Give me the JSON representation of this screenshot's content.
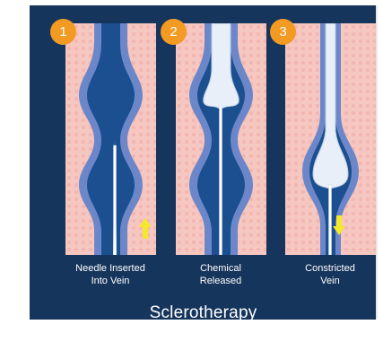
{
  "title": "Sclerotherapy",
  "steps": [
    {
      "number": "1",
      "line1": "Needle Inserted",
      "line2": "Into Vein"
    },
    {
      "number": "2",
      "line1": "Chemical",
      "line2": "Released"
    },
    {
      "number": "3",
      "line1": "Constricted",
      "line2": "Vein"
    }
  ],
  "colors": {
    "background": "#16355c",
    "tissue": "#f6c6c0",
    "vein_wall": "#6c87c9",
    "vein_lumen": "#1c4f8f",
    "chemical": "#e8eff8",
    "badge": "#f39a23",
    "arrow": "#f4e82c"
  },
  "icons": [
    "up-arrow-icon",
    "down-arrow-icon"
  ]
}
